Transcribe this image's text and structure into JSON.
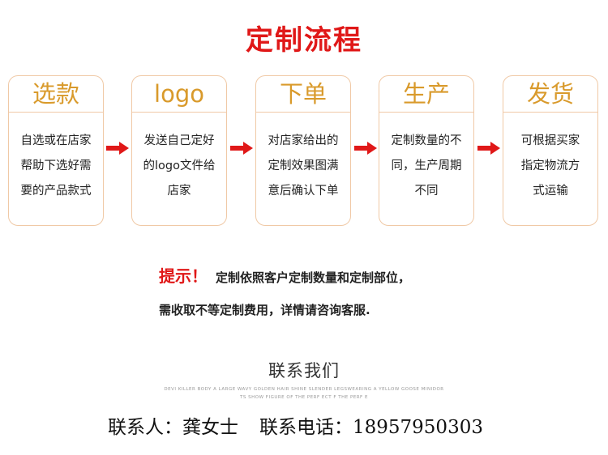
{
  "title": "定制流程",
  "steps": [
    {
      "head": "选款",
      "lines": [
        "自选或在店家",
        "帮助下选好需",
        "要的产品款式"
      ]
    },
    {
      "head": "logo",
      "lines": [
        "发送自己定好",
        "的logo文件给",
        "店家"
      ]
    },
    {
      "head": "下单",
      "lines": [
        "对店家给出的",
        "定制效果图满",
        "意后确认下单"
      ]
    },
    {
      "head": "生产",
      "lines": [
        "定制数量的不",
        "同，生产周期",
        "不同"
      ]
    },
    {
      "head": "发货",
      "lines": [
        "可根据买家",
        "指定物流方",
        "式运输"
      ]
    }
  ],
  "tip": {
    "label": "提示！",
    "line1": "定制依照客户定制数量和定制部位，",
    "line2": "需收取不等定制费用，详情请咨询客服."
  },
  "contact": {
    "heading": "联系我们",
    "fine1": "DEVI KILLER BODY A LARGE WAVY GOLDEN HAIR SHINE SLENDER LEGSWEARING A YELLOW GOOSE MINIDOR",
    "fine2": "TS SHOW FIGURE OF THE PERF ECT F THE PERF E",
    "person": "联系人：龚女士",
    "phone": "联系电话：18957950303"
  },
  "colors": {
    "accent_red": "#e01818",
    "step_head": "#d99a2b",
    "card_border": "#f0c9a6"
  }
}
